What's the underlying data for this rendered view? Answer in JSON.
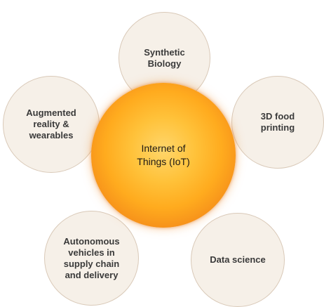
{
  "center": {
    "label_line1": "Internet of",
    "label_line2": "Things (IoT)"
  },
  "nodes": [
    {
      "line1": "Synthetic",
      "line2": "Biology"
    },
    {
      "line1": "3D food",
      "line2": "printing"
    },
    {
      "line1": "Data science"
    },
    {
      "line1": "Autonomous",
      "line2": "vehicles in",
      "line3": "supply chain",
      "line4": "and delivery"
    },
    {
      "line1": "Augmented",
      "line2": "reality &",
      "line3": "wearables"
    }
  ],
  "colors": {
    "satellite_fill": "#f6f0e8",
    "satellite_border": "#d9c9b8",
    "yolk_core": "#ffc23a",
    "yolk_edge": "#ec8a2f",
    "text": "#3a3a3a"
  }
}
